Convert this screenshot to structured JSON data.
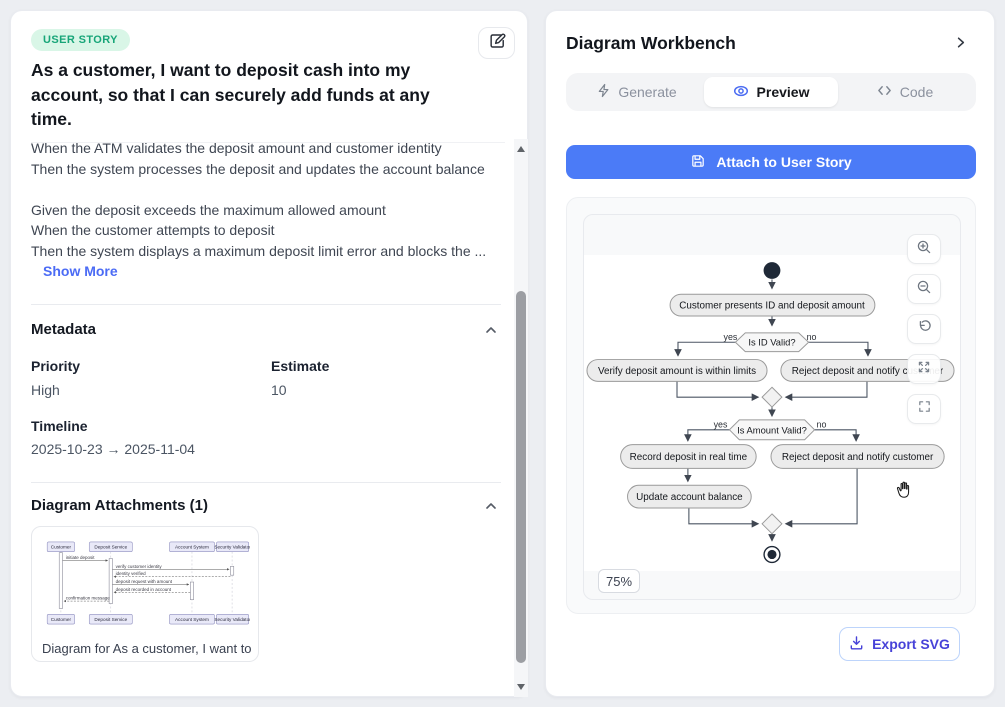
{
  "colors": {
    "accent_blue": "#4b7bf7",
    "badge_bg": "#d9f6e7",
    "badge_text": "#17a578",
    "show_more_blue": "#4b6bf5",
    "export_text": "#4742d8",
    "node_fill": "#ececec",
    "node_stroke": "#9a9a9a"
  },
  "story": {
    "badge": "USER STORY",
    "title": "As a customer, I want to deposit cash into my account, so that I can securely add funds at any time.",
    "description_lines": [
      "When the ATM validates the deposit amount and customer identity",
      "Then the system processes the deposit and updates the account balance",
      "",
      "Given the deposit exceeds the maximum allowed amount",
      "When the customer attempts to deposit",
      "Then the system displays a maximum deposit limit error and blocks the ..."
    ],
    "show_more": "Show More",
    "metadata": {
      "heading": "Metadata",
      "priority_label": "Priority",
      "priority_value": "High",
      "estimate_label": "Estimate",
      "estimate_value": "10",
      "timeline_label": "Timeline",
      "timeline_value": "2025-10-23 → 2025-11-04"
    },
    "attachments": {
      "heading": "Diagram Attachments (1)",
      "caption": "Diagram for As a customer, I want to ..."
    }
  },
  "workbench": {
    "title": "Diagram Workbench",
    "tabs": {
      "generate": "Generate",
      "preview": "Preview",
      "code": "Code"
    },
    "attach_button": "Attach to User Story",
    "zoom_controls": [
      "zoom-in",
      "zoom-out",
      "reset-view",
      "expand",
      "fullscreen"
    ],
    "zoom_level": "75%",
    "export_button": "Export SVG"
  },
  "flowchart": {
    "type": "activity-diagram",
    "node_present": "Customer presents ID and deposit amount",
    "decision_id": "Is ID Valid?",
    "label_yes": "yes",
    "label_no": "no",
    "node_verify": "Verify deposit amount is within limits",
    "node_reject1": "Reject deposit and notify customer",
    "decision_amount": "Is Amount Valid?",
    "node_record": "Record deposit in real time",
    "node_reject2": "Reject deposit and notify customer",
    "node_update": "Update account balance"
  },
  "mini_sequence": {
    "participants": [
      "Customer",
      "Deposit Service",
      "Account System",
      "Security Validator"
    ],
    "messages": [
      "initiate deposit",
      "verify customer identity",
      "identity verified",
      "deposit request with amount",
      "deposit recorded in account",
      "confirmation message"
    ]
  }
}
